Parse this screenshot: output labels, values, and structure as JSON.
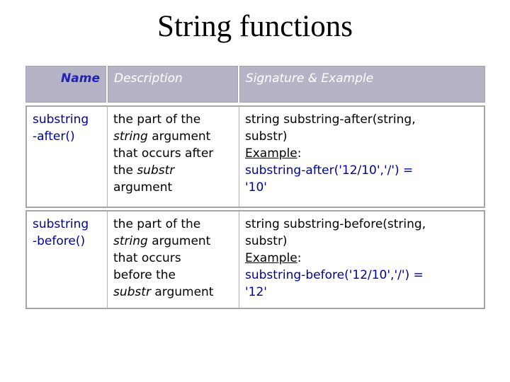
{
  "slide": {
    "title": "String functions"
  },
  "table": {
    "headers": {
      "name": "Name",
      "description": "Description",
      "signature": "Signature & Example"
    },
    "rows": [
      {
        "name": "substring\n-after()",
        "desc": {
          "p1": "the part of the\n",
          "i1": "string",
          "p2": " argument\nthat occurs after\nthe ",
          "i2": "substr",
          "p3": "\nargument"
        },
        "sig": {
          "signature": "string substring-after(string,\nsubstr)",
          "example_label": "Example",
          "example_sep": ":",
          "example_code": "substring-after('12/10','/') =\n'10'"
        }
      },
      {
        "name": "substring\n-before()",
        "desc": {
          "p1": "the part of the\n",
          "i1": "string",
          "p2": " argument\nthat occurs\nbefore the\n",
          "i2": "substr",
          "p3": " argument"
        },
        "sig": {
          "signature": "string substring-before(string,\nsubstr)",
          "example_label": "Example",
          "example_sep": ":",
          "example_code": "substring-before('12/10','/') =\n'12'"
        }
      }
    ]
  },
  "colors": {
    "header_background": "#b4b4c6",
    "header_name_text": "#2222bb",
    "header_text": "#ffffff",
    "code_navy": "#00009c",
    "row_border_gray": "#a6a6a6"
  }
}
